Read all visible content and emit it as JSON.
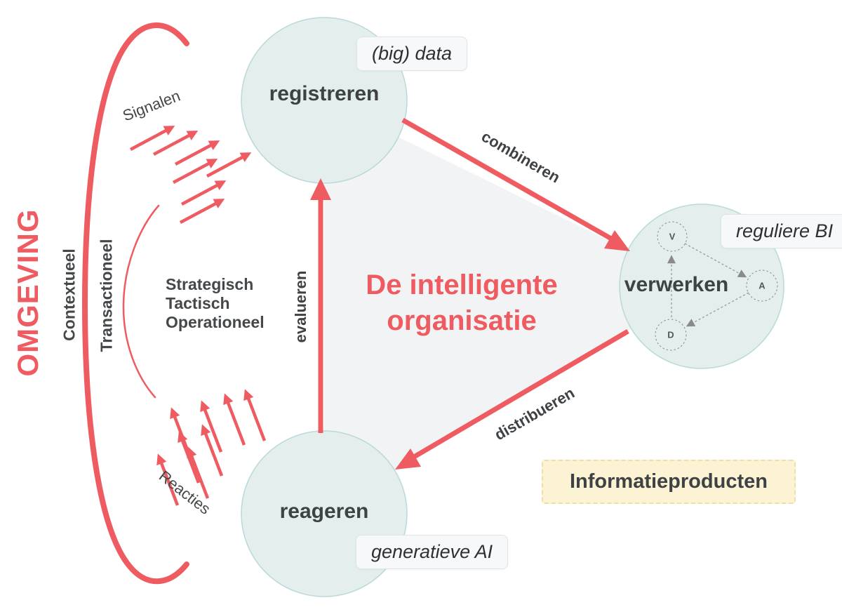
{
  "colors": {
    "red": "#ee5b60",
    "circle_fill": "#e3eeed",
    "circle_border": "#bad9d8",
    "triangle_fill": "#f2f3f5",
    "dark_text": "#3f4245",
    "label_box_bg": "#f6f8fa",
    "products_bg": "#fcf3d5",
    "mini_gray": "#8a8a8a"
  },
  "environment": {
    "label": "OMGEVING",
    "context_label": "Contextueel",
    "transaction_label": "Transactioneel",
    "signals_label": "Signalen",
    "reactions_label": "Reacties",
    "levels": [
      "Strategisch",
      "Tactisch",
      "Operationeel"
    ]
  },
  "title": {
    "line1": "De intelligente",
    "line2": "organisatie"
  },
  "nodes": {
    "registreren": {
      "label": "registreren",
      "tag": "(big) data"
    },
    "verwerken": {
      "label": "verwerken",
      "tag": "reguliere BI",
      "mini_nodes": [
        "V",
        "A",
        "D"
      ]
    },
    "reageren": {
      "label": "reageren",
      "tag": "generatieve AI"
    }
  },
  "edges": {
    "combineren": "combineren",
    "distribueren": "distribueren",
    "evalueren": "evalueren"
  },
  "products_label": "Informatieproducten"
}
